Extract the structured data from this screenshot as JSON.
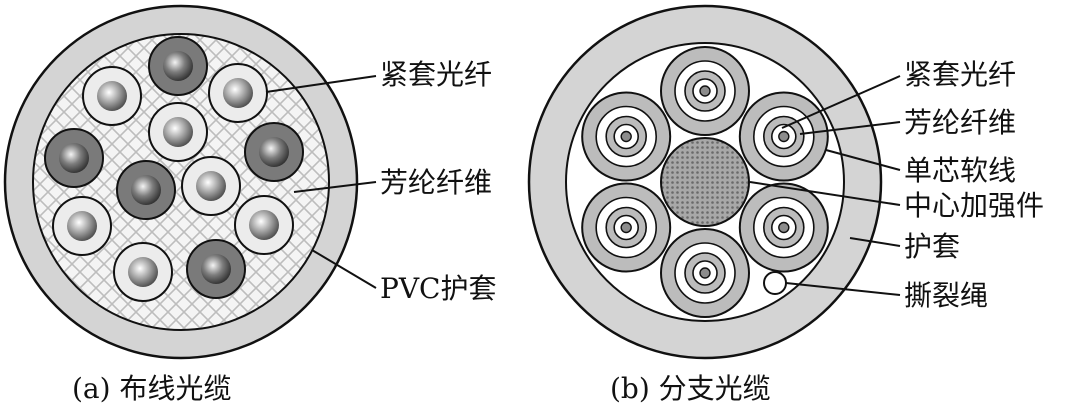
{
  "panels": [
    {
      "caption": "(a) 布线光缆",
      "labels": [
        "紧套光纤",
        "芳纶纤维",
        "PVC护套"
      ]
    },
    {
      "caption": "(b) 分支光缆",
      "labels": [
        "紧套光纤",
        "芳纶纤维",
        "单芯软线",
        "中心加强件",
        "护套",
        "撕裂绳"
      ]
    }
  ],
  "colors": {
    "jacket": "#d4d4d4",
    "outline": "#111111",
    "aramid_mesh": "#bdbdbd",
    "fiber_light_ring": "#ececec",
    "fiber_dark_ring": "#7a7a7a",
    "fiber_core": "#8c8c8c",
    "sub_ring": "#bcbcbc",
    "central_member": "#9a9a9a"
  },
  "icons": {
    "tight_fiber": "concentric-circle-fiber",
    "sub_cable": "concentric-ring-sub-cable",
    "central_member": "dotted-circle",
    "ripcord": "small-circle"
  }
}
